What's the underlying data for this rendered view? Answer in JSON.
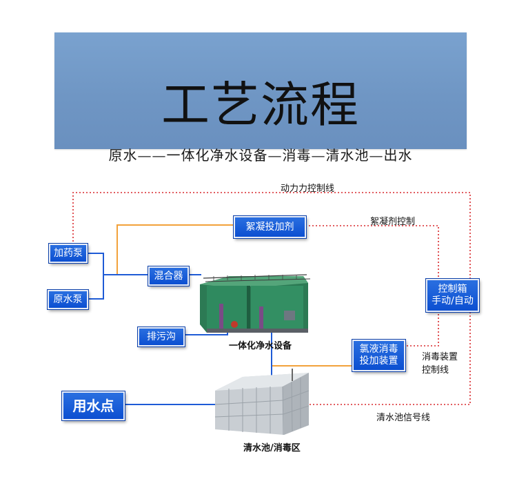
{
  "header": {
    "title": "工艺流程",
    "subtitle": "原水——一体化净水设备—消毒—清水池—出水"
  },
  "nodes": {
    "dosing_pump": "加药泵",
    "raw_water_pump": "原水泵",
    "mixer": "混合器",
    "drain_ditch": "排污沟",
    "water_point": "用水点",
    "flocculant_dosing": "絮凝投加剂",
    "chlorine_dosing": "氯液消毒\n投加装置",
    "control_box": "控制箱\n手动/自动"
  },
  "labels": {
    "power_line": "动力力控制线",
    "flocculant_control": "絮凝剂控制",
    "disinfect_control": "消毒装置\n控制线",
    "tank_signal": "清水池信号线",
    "purifier_caption": "一体化净水设备",
    "tank_caption": "清水池/消毒区"
  },
  "colors": {
    "banner": "#6f96c4",
    "node_blue": "#0c4fd1",
    "pipe_blue": "#1e5bd6",
    "pipe_orange": "#f2a13a",
    "control_red": "#d8262a",
    "equipment_green": "#2f8a5f",
    "tank_steel": "#c9ced3"
  }
}
